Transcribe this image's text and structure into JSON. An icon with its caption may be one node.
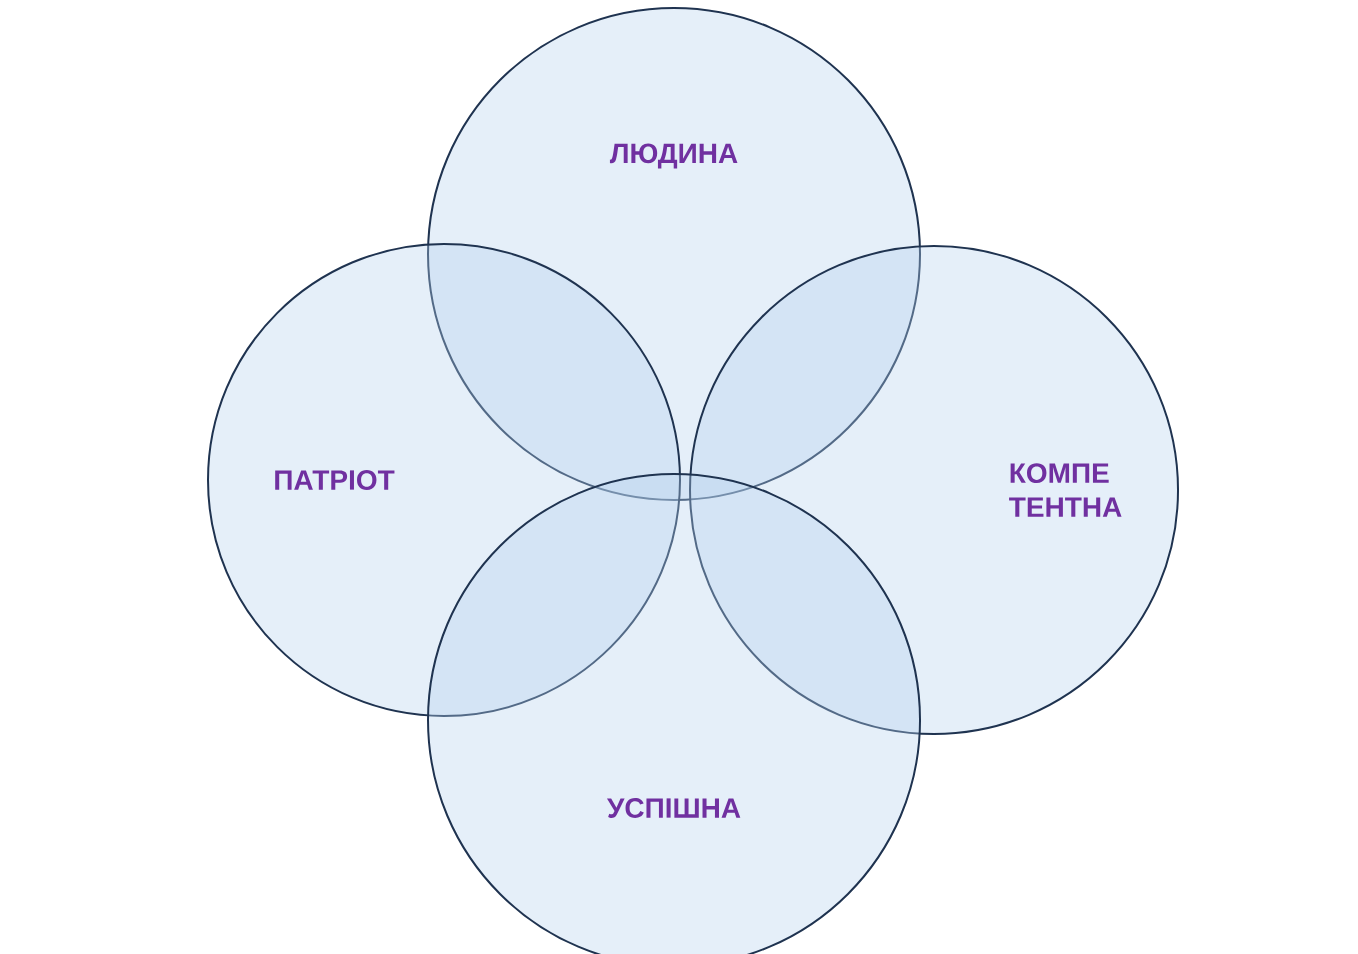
{
  "diagram": {
    "nodes": [
      {
        "text": [
          "ЛЮДИНА"
        ]
      },
      {
        "text": [
          "ПАТРІОТ"
        ]
      },
      {
        "text": [
          "КОМПЕ ТЕНТНА"
        ]
      },
      {
        "text": [
          "УСПІШНА"
        ]
      }
    ]
  }
}
